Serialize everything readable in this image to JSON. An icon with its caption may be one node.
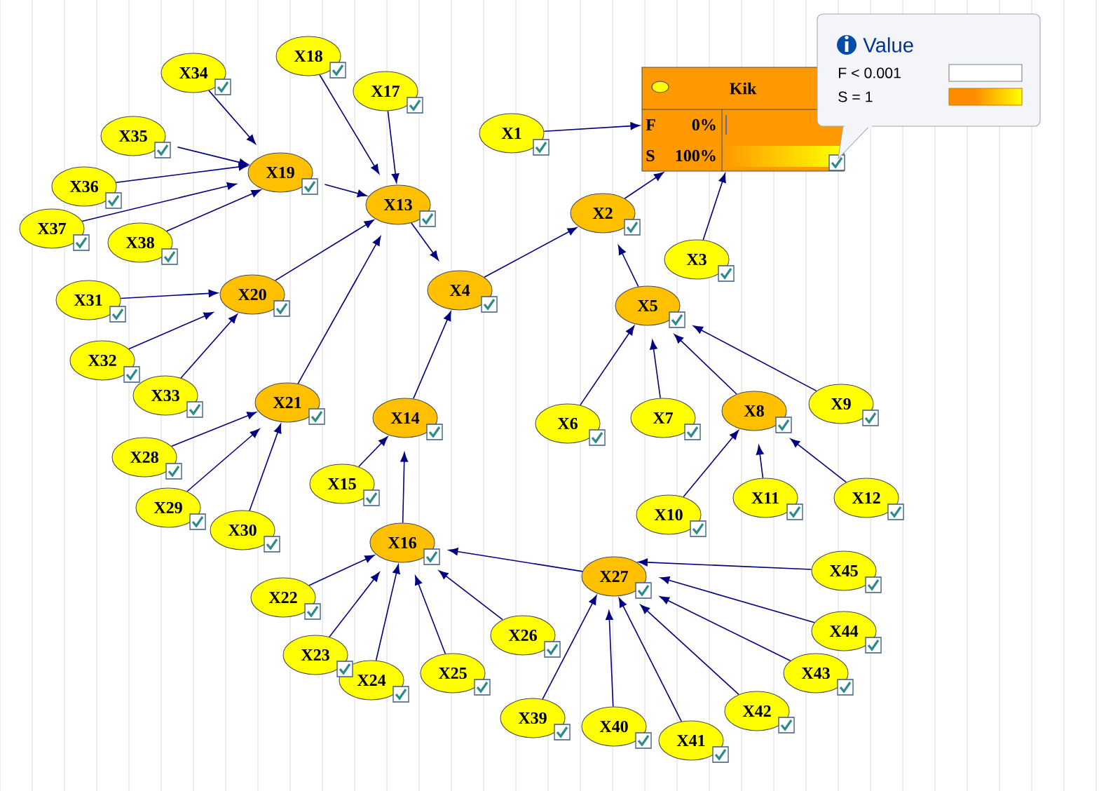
{
  "diagram": {
    "nodes": [
      {
        "text": [
          "Kik",
          "F",
          "0%",
          "S",
          "100%"
        ]
      },
      {
        "text": [
          "Value"
        ]
      },
      {
        "text": [
          "X1"
        ]
      },
      {
        "text": [
          "X2"
        ]
      },
      {
        "text": [
          "X3"
        ]
      },
      {
        "text": [
          "X4"
        ]
      },
      {
        "text": [
          "X5"
        ]
      },
      {
        "text": [
          "X6"
        ]
      },
      {
        "text": [
          "X7"
        ]
      },
      {
        "text": [
          "X8"
        ]
      },
      {
        "text": [
          "X9"
        ]
      },
      {
        "text": [
          "X10"
        ]
      },
      {
        "text": [
          "X11"
        ]
      },
      {
        "text": [
          "X12"
        ]
      },
      {
        "text": [
          "X13"
        ]
      },
      {
        "text": [
          "X14"
        ]
      },
      {
        "text": [
          "X15"
        ]
      },
      {
        "text": [
          "X16"
        ]
      },
      {
        "text": [
          "X17"
        ]
      },
      {
        "text": [
          "X18"
        ]
      },
      {
        "text": [
          "X19"
        ]
      },
      {
        "text": [
          "X20"
        ]
      },
      {
        "text": [
          "X21"
        ]
      },
      {
        "text": [
          "X22"
        ]
      },
      {
        "text": [
          "X23"
        ]
      },
      {
        "text": [
          "X24"
        ]
      },
      {
        "text": [
          "X25"
        ]
      },
      {
        "text": [
          "X26"
        ]
      },
      {
        "text": [
          "X27"
        ]
      },
      {
        "text": [
          "X28"
        ]
      },
      {
        "text": [
          "X29"
        ]
      },
      {
        "text": [
          "X30"
        ]
      },
      {
        "text": [
          "X31"
        ]
      },
      {
        "text": [
          "X32"
        ]
      },
      {
        "text": [
          "X33"
        ]
      },
      {
        "text": [
          "X34"
        ]
      },
      {
        "text": [
          "X35"
        ]
      },
      {
        "text": [
          "X36"
        ]
      },
      {
        "text": [
          "X37"
        ]
      },
      {
        "text": [
          "X38"
        ]
      },
      {
        "text": [
          "X39"
        ]
      },
      {
        "text": [
          "X40"
        ]
      },
      {
        "text": [
          "X41"
        ]
      },
      {
        "text": [
          "X42"
        ]
      },
      {
        "text": [
          "X43"
        ]
      },
      {
        "text": [
          "X44"
        ]
      },
      {
        "text": [
          "X45"
        ]
      }
    ],
    "edges": [
      {
        "from": 2,
        "to": 0,
        "arrow": "to"
      },
      {
        "from": 3,
        "to": 0,
        "arrow": "to"
      },
      {
        "from": 4,
        "to": 0,
        "arrow": "to"
      },
      {
        "from": 5,
        "to": 3,
        "arrow": "to"
      },
      {
        "from": 6,
        "to": 3,
        "arrow": "to"
      },
      {
        "from": 7,
        "to": 6,
        "arrow": "to"
      },
      {
        "from": 8,
        "to": 6,
        "arrow": "to"
      },
      {
        "from": 9,
        "to": 6,
        "arrow": "to"
      },
      {
        "from": 10,
        "to": 6,
        "arrow": "to"
      },
      {
        "from": 11,
        "to": 9,
        "arrow": "to"
      },
      {
        "from": 12,
        "to": 9,
        "arrow": "to"
      },
      {
        "from": 13,
        "to": 9,
        "arrow": "to"
      },
      {
        "from": 14,
        "to": 5,
        "arrow": "to"
      },
      {
        "from": 15,
        "to": 5,
        "arrow": "to"
      },
      {
        "from": 16,
        "to": 15,
        "arrow": "to"
      },
      {
        "from": 17,
        "to": 15,
        "arrow": "to"
      },
      {
        "from": 18,
        "to": 14,
        "arrow": "to"
      },
      {
        "from": 19,
        "to": 14,
        "arrow": "to"
      },
      {
        "from": 20,
        "to": 14,
        "arrow": "to"
      },
      {
        "from": 21,
        "to": 14,
        "arrow": "to"
      },
      {
        "from": 22,
        "to": 14,
        "arrow": "to"
      },
      {
        "from": 35,
        "to": 20,
        "arrow": "to"
      },
      {
        "from": 36,
        "to": 20,
        "arrow": "to"
      },
      {
        "from": 37,
        "to": 20,
        "arrow": "to"
      },
      {
        "from": 38,
        "to": 20,
        "arrow": "to"
      },
      {
        "from": 39,
        "to": 20,
        "arrow": "to"
      },
      {
        "from": 32,
        "to": 21,
        "arrow": "to"
      },
      {
        "from": 33,
        "to": 21,
        "arrow": "to"
      },
      {
        "from": 34,
        "to": 21,
        "arrow": "to"
      },
      {
        "from": 29,
        "to": 22,
        "arrow": "to"
      },
      {
        "from": 30,
        "to": 22,
        "arrow": "to"
      },
      {
        "from": 31,
        "to": 22,
        "arrow": "to"
      },
      {
        "from": 23,
        "to": 17,
        "arrow": "to"
      },
      {
        "from": 24,
        "to": 17,
        "arrow": "to"
      },
      {
        "from": 25,
        "to": 17,
        "arrow": "to"
      },
      {
        "from": 26,
        "to": 17,
        "arrow": "to"
      },
      {
        "from": 27,
        "to": 17,
        "arrow": "to"
      },
      {
        "from": 28,
        "to": 17,
        "arrow": "to"
      },
      {
        "from": 40,
        "to": 28,
        "arrow": "to"
      },
      {
        "from": 41,
        "to": 28,
        "arrow": "to"
      },
      {
        "from": 42,
        "to": 28,
        "arrow": "to"
      },
      {
        "from": 43,
        "to": 28,
        "arrow": "to"
      },
      {
        "from": 44,
        "to": 28,
        "arrow": "to"
      },
      {
        "from": 45,
        "to": 28,
        "arrow": "to"
      },
      {
        "from": 46,
        "to": 28,
        "arrow": "to"
      }
    ],
    "legend": [
      {
        "text": "F < 0.001",
        "color": "#ffffff"
      },
      {
        "text": "S = 1",
        "color": "#ff8c00"
      }
    ]
  }
}
